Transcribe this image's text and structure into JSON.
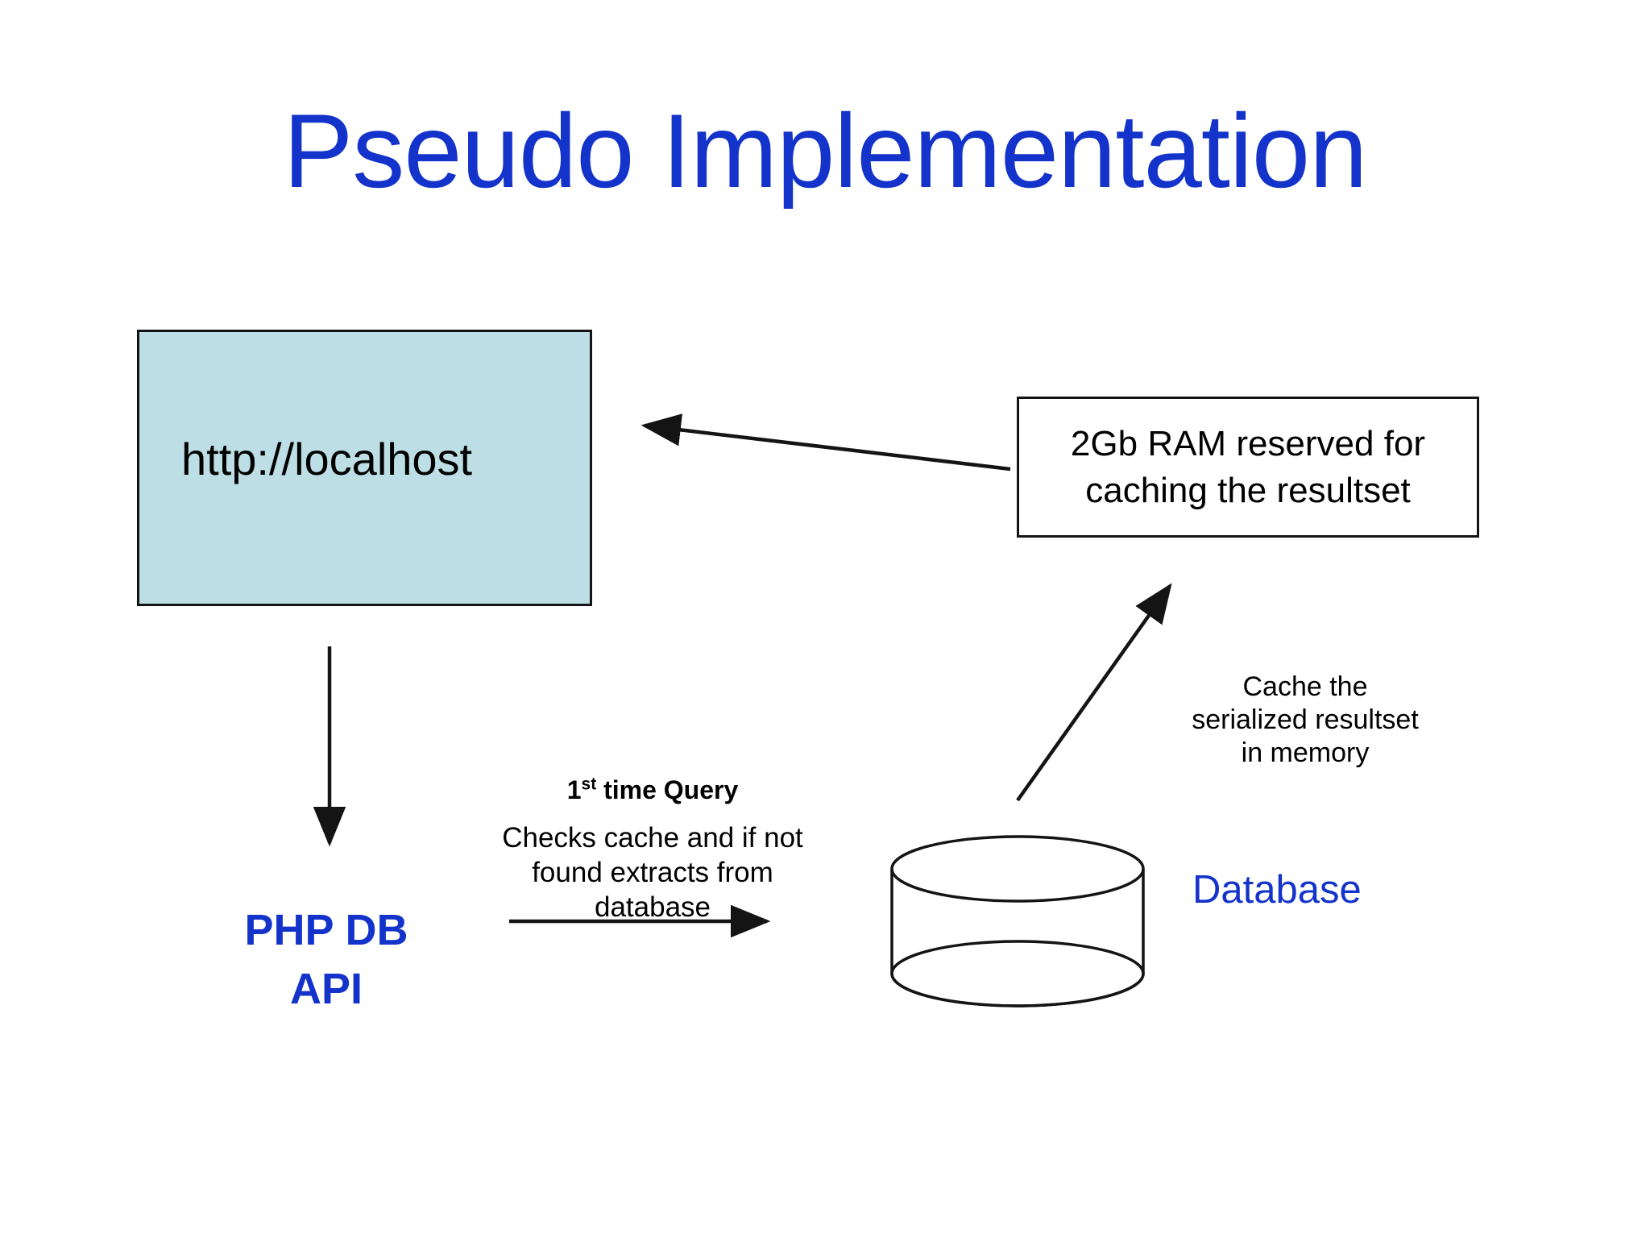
{
  "slide": {
    "title": "Pseudo Implementation",
    "background_color": "#ffffff",
    "accent_blue": "#1433CB",
    "box_fill_blue": "#BCDEE4",
    "line_color": "#141414"
  },
  "nodes": {
    "web_server": {
      "label": "http://localhost",
      "fill": "#BCDEE4",
      "stroke": "#141414"
    },
    "ram_cache": {
      "label": "2Gb RAM reserved for\ncaching the resultset",
      "fill": "#ffffff",
      "stroke": "#141414"
    },
    "php_api": {
      "label": "PHP DB\nAPI",
      "color": "#1433CB"
    },
    "database": {
      "label": "Database",
      "color": "#1433CB",
      "shape": "cylinder"
    }
  },
  "annotations": {
    "query_heading_prefix": "1",
    "query_heading_sup": "st",
    "query_heading_suffix": " time Query",
    "query_description": "Checks cache and if not\nfound extracts from\ndatabase",
    "cache_note": "Cache the\nserialized resultset\nin memory"
  },
  "connectors": [
    {
      "name": "ram-to-webserver",
      "from": "ram_cache",
      "to": "web_server",
      "style": "solid-arrow",
      "direction": "left"
    },
    {
      "name": "webserver-to-php-api",
      "from": "web_server",
      "to": "php_api",
      "style": "solid-arrow",
      "direction": "down"
    },
    {
      "name": "php-api-to-database",
      "from": "php_api",
      "to": "database",
      "style": "solid-arrow",
      "direction": "right"
    },
    {
      "name": "database-to-ram",
      "from": "database",
      "to": "ram_cache",
      "style": "solid-arrow",
      "direction": "up-right"
    }
  ]
}
